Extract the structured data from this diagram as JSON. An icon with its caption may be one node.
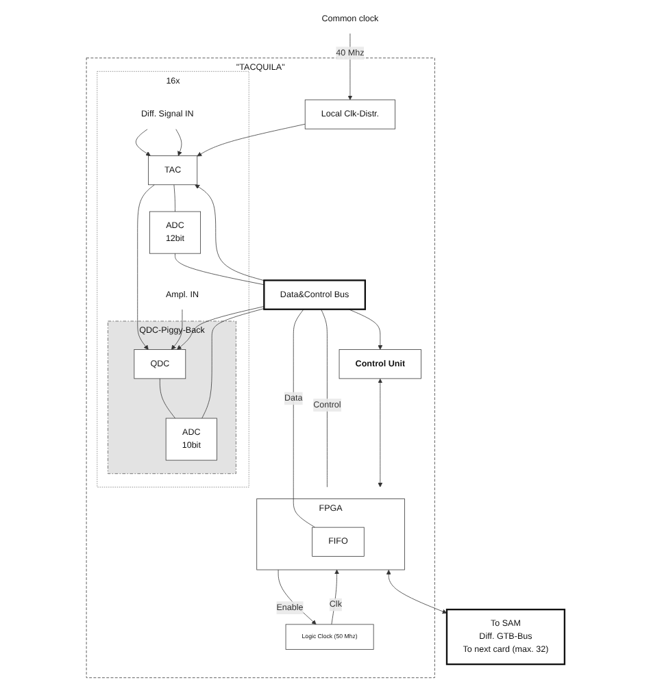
{
  "diagram": {
    "nodes": [
      {
        "text": [
          "\"TACQUILA\""
        ]
      },
      {
        "text": [
          "16x"
        ],
        "in": 0
      },
      {
        "text": [
          "Diff. Signal IN"
        ],
        "in": 1
      },
      {
        "text": [
          "TAC"
        ],
        "in": 1
      },
      {
        "text": [
          "ADC",
          "12bit"
        ],
        "in": 1
      },
      {
        "text": [
          "QDC-Piggy-Back"
        ],
        "in": 1
      },
      {
        "text": [
          "Ampl. IN"
        ],
        "in": 1
      },
      {
        "text": [
          "QDC"
        ],
        "in": 5
      },
      {
        "text": [
          "ADC",
          "10bit"
        ],
        "in": 5
      },
      {
        "text": [
          "Data&Control Bus"
        ],
        "in": 0
      },
      {
        "text": [
          "Control Unit"
        ],
        "in": 0
      },
      {
        "text": [
          "Local Clk-Distr."
        ],
        "in": 0
      },
      {
        "text": [
          "FPGA"
        ],
        "in": 0
      },
      {
        "text": [
          "FIFO"
        ],
        "in": 12
      },
      {
        "text": [
          "Logic Clock (50 Mhz)"
        ],
        "in": 0
      },
      {
        "text": [
          "To SAM",
          "Diff. GTB-Bus",
          "To next card (max. 32)"
        ]
      },
      {
        "text": [
          "Common clock"
        ]
      }
    ],
    "edges": [
      {
        "from": 2,
        "to": 3,
        "arrow": "to"
      },
      {
        "from": 2,
        "to": 3,
        "arrow": "to"
      },
      {
        "from": 11,
        "to": 3,
        "arrow": "to"
      },
      {
        "from": 3,
        "to": 4,
        "arrow": "none"
      },
      {
        "from": 3,
        "to": 7,
        "arrow": "to"
      },
      {
        "from": 6,
        "to": 7,
        "arrow": "to"
      },
      {
        "from": 7,
        "to": 8,
        "arrow": "none"
      },
      {
        "from": 4,
        "to": 9,
        "arrow": "none"
      },
      {
        "from": 8,
        "to": 9,
        "arrow": "none"
      },
      {
        "from": 9,
        "to": 3,
        "arrow": "to"
      },
      {
        "from": 9,
        "to": 7,
        "arrow": "to"
      },
      {
        "from": 9,
        "to": 10,
        "arrow": "to"
      },
      {
        "from": 9,
        "to": 12,
        "label": "Control",
        "arrow": "none"
      },
      {
        "from": 9,
        "to": 13,
        "label": "Data",
        "arrow": "none"
      },
      {
        "from": 10,
        "to": 12,
        "arrow": "both"
      },
      {
        "from": 12,
        "to": 14,
        "label": "Enable",
        "arrow": "to"
      },
      {
        "from": 14,
        "to": 12,
        "label": "Clk",
        "arrow": "to"
      },
      {
        "from": 12,
        "to": 15,
        "arrow": "both"
      },
      {
        "from": 16,
        "to": 11,
        "label": "40 Mhz",
        "arrow": "to"
      }
    ]
  }
}
